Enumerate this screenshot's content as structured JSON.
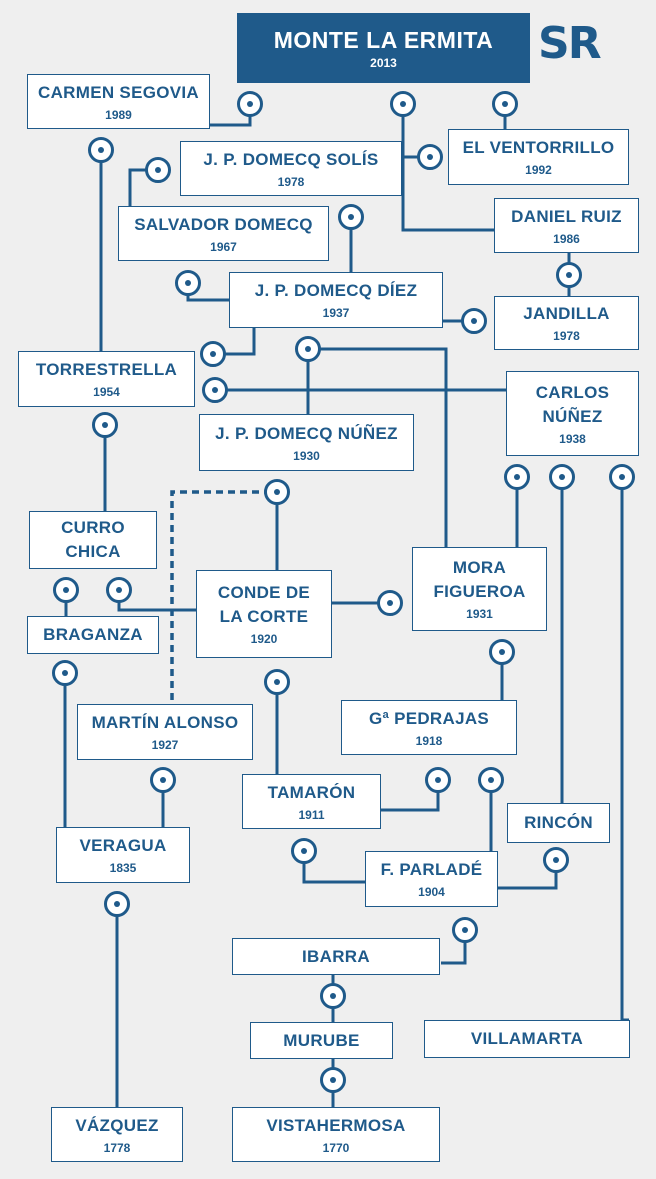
{
  "header": {
    "title": "MONTE LA ERMITA",
    "year": "2013",
    "logo": "SR"
  },
  "colors": {
    "primary": "#1f5a8a",
    "background": "#efefef",
    "box": "#ffffff"
  },
  "ganaderias": [
    {
      "id": "carmen",
      "name": "CARMEN SEGOVIA",
      "year": "1989"
    },
    {
      "id": "ventorrillo",
      "name": "EL VENTORRILLO",
      "year": "1992"
    },
    {
      "id": "domecq_solis",
      "name": "J. P. DOMECQ SOLÍS",
      "year": "1978"
    },
    {
      "id": "salvador",
      "name": "SALVADOR DOMECQ",
      "year": "1967"
    },
    {
      "id": "daniel",
      "name": "DANIEL RUIZ",
      "year": "1986"
    },
    {
      "id": "domecq_diez",
      "name": "J. P. DOMECQ DÍEZ",
      "year": "1937"
    },
    {
      "id": "jandilla",
      "name": "JANDILLA",
      "year": "1978"
    },
    {
      "id": "torrestrella",
      "name": "TORRESTRELLA",
      "year": "1954"
    },
    {
      "id": "carlos",
      "name": "CARLOS\nNÚÑEZ",
      "year": "1938"
    },
    {
      "id": "domecq_nunez",
      "name": "J. P. DOMECQ NÚÑEZ",
      "year": "1930"
    },
    {
      "id": "curro",
      "name": "CURRO\nCHICA",
      "year": ""
    },
    {
      "id": "mora",
      "name": "MORA\nFIGUEROA",
      "year": "1931"
    },
    {
      "id": "conde",
      "name": "CONDE DE\nLA CORTE",
      "year": "1920"
    },
    {
      "id": "braganza",
      "name": "BRAGANZA",
      "year": ""
    },
    {
      "id": "pedrajas",
      "name": "Gª PEDRAJAS",
      "year": "1918"
    },
    {
      "id": "martin",
      "name": "MARTÍN ALONSO",
      "year": "1927"
    },
    {
      "id": "tamaron",
      "name": "TAMARÓN",
      "year": "1911"
    },
    {
      "id": "rincon",
      "name": "RINCÓN",
      "year": ""
    },
    {
      "id": "veragua",
      "name": "VERAGUA",
      "year": "1835"
    },
    {
      "id": "parlade",
      "name": "F. PARLADÉ",
      "year": "1904"
    },
    {
      "id": "ibarra",
      "name": "IBARRA",
      "year": ""
    },
    {
      "id": "murube",
      "name": "MURUBE",
      "year": ""
    },
    {
      "id": "villamarta",
      "name": "VILLAMARTA",
      "year": ""
    },
    {
      "id": "vazquez",
      "name": "VÁZQUEZ",
      "year": "1778"
    },
    {
      "id": "vistahermosa",
      "name": "VISTAHERMOSA",
      "year": "1770"
    }
  ]
}
